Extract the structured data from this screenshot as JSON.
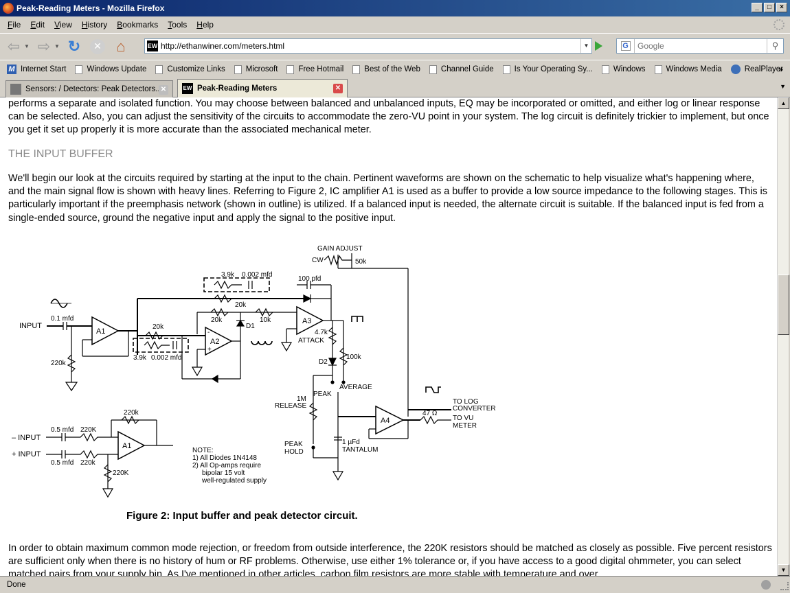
{
  "window": {
    "title": "Peak-Reading Meters - Mozilla Firefox",
    "minimize": "_",
    "maximize": "□",
    "close": "×"
  },
  "menu": [
    {
      "label": "File",
      "key": "F",
      "rest": "ile"
    },
    {
      "label": "Edit",
      "key": "E",
      "rest": "dit"
    },
    {
      "label": "View",
      "key": "V",
      "rest": "iew"
    },
    {
      "label": "History",
      "key": "H",
      "rest": "istory"
    },
    {
      "label": "Bookmarks",
      "key": "B",
      "rest": "ookmarks"
    },
    {
      "label": "Tools",
      "key": "T",
      "rest": "ools"
    },
    {
      "label": "Help",
      "key": "H",
      "rest": "elp"
    }
  ],
  "navigation": {
    "url": "http://ethanwiner.com/meters.html",
    "site_icon_text": "EW",
    "search_placeholder": "Google",
    "search_engine_letter": "G"
  },
  "bookmarks": [
    {
      "label": "Internet Start",
      "icon": "msn-icon"
    },
    {
      "label": "Windows Update",
      "icon": "page-icon"
    },
    {
      "label": "Customize Links",
      "icon": "page-icon"
    },
    {
      "label": "Microsoft",
      "icon": "page-icon"
    },
    {
      "label": "Free Hotmail",
      "icon": "page-icon"
    },
    {
      "label": "Best of the Web",
      "icon": "page-icon"
    },
    {
      "label": "Channel Guide",
      "icon": "page-icon"
    },
    {
      "label": "Is Your Operating Sy...",
      "icon": "page-icon"
    },
    {
      "label": "Windows",
      "icon": "page-icon"
    },
    {
      "label": "Windows Media",
      "icon": "page-icon"
    },
    {
      "label": "RealPlayer",
      "icon": "realplayer-icon"
    }
  ],
  "bookmarks_overflow": "»",
  "tabs": [
    {
      "label": "Sensors: / Detectors: Peak Detectors...",
      "active": false
    },
    {
      "label": "Peak-Reading Meters",
      "active": true
    }
  ],
  "content": {
    "intro_paragraph": "performs a separate and isolated function. You may choose between balanced and unbalanced inputs, EQ may be incorporated or omitted, and either log or linear response can be selected. Also, you can adjust the sensitivity of the circuits to accommodate the zero-VU point in your system. The log circuit is definitely trickier to implement, but once you get it set up properly it is more accurate than the associated mechanical meter.",
    "heading": "THE INPUT BUFFER",
    "buffer_paragraph": "We'll begin our look at the circuits required by starting at the input to the chain. Pertinent waveforms are shown on the schematic to help visualize what's happening where, and the main signal flow is shown with heavy lines. Referring to Figure 2, IC amplifier A1 is used as a buffer to provide a low source impedance to the following stages. This is particularly important if the preemphasis network (shown in outline) is utilized. If a balanced input is needed, the alternate circuit is suitable. If the balanced input is fed from a single-ended source, ground the negative input and apply the signal to the positive input.",
    "figure_caption": "Figure 2: Input buffer and peak detector circuit.",
    "closing_paragraph": "In order to obtain maximum common mode rejection, or freedom from outside interference, the 220K resistors should be matched as closely as possible. Five percent resistors are sufficient only when there is no history of hum or RF problems. Otherwise, use either 1% tolerance or, if you have access to a good digital ohmmeter, you can select matched pairs from your supply bin. As I've mentioned in other articles, carbon film resistors are more stable with temperature and over"
  },
  "schematic": {
    "gain_adjust": "GAIN ADJUST",
    "cw": "CW",
    "r_50k": "50k",
    "r_3_9k_top": "3.9k",
    "c_002_top": "0.002 mfd",
    "c_100pfd": "100 pfd",
    "r_20k_fb": "20k",
    "input": "INPUT",
    "c_01mfd": "0.1 mfd",
    "a1": "A1",
    "r_20k_mid": "20k",
    "r_20k_a2": "20k",
    "a2": "A2",
    "d1": "D1",
    "r_10k": "10k",
    "a3": "A3",
    "r_4_7k": "4.7k",
    "attack": "ATTACK",
    "r_100k": "100k",
    "d2": "D2",
    "r_3_9k_bot": "3.9k",
    "c_002_bot": "0.002 mfd",
    "r_220k_in": "220k",
    "r_1m": "1M",
    "release": "RELEASE",
    "peak": "PEAK",
    "average": "AVERAGE",
    "a4": "A4",
    "r_47": "47 Ω",
    "to_log": "TO LOG",
    "converter": "CONVERTER",
    "to_vu": "TO VU",
    "meter": "METER",
    "peak_hold_1": "PEAK",
    "peak_hold_2": "HOLD",
    "c_1uf": "1 µFd",
    "tantalum": "TANTALUM",
    "neg_input": "– INPUT",
    "pos_input": "+ INPUT",
    "c_05_a": "0.5 mfd",
    "c_05_b": "0.5 mfd",
    "r_220K_a": "220K",
    "r_220K_b": "220k",
    "r_220k_fb": "220k",
    "r_220K_gnd": "220K",
    "a1_bal": "A1",
    "note": "NOTE:",
    "note_1": "1) All Diodes 1N4148",
    "note_2": "2) All Op-amps require",
    "note_3": "bipolar 15 volt",
    "note_4": "well-regulated supply"
  },
  "status": {
    "text": "Done"
  }
}
